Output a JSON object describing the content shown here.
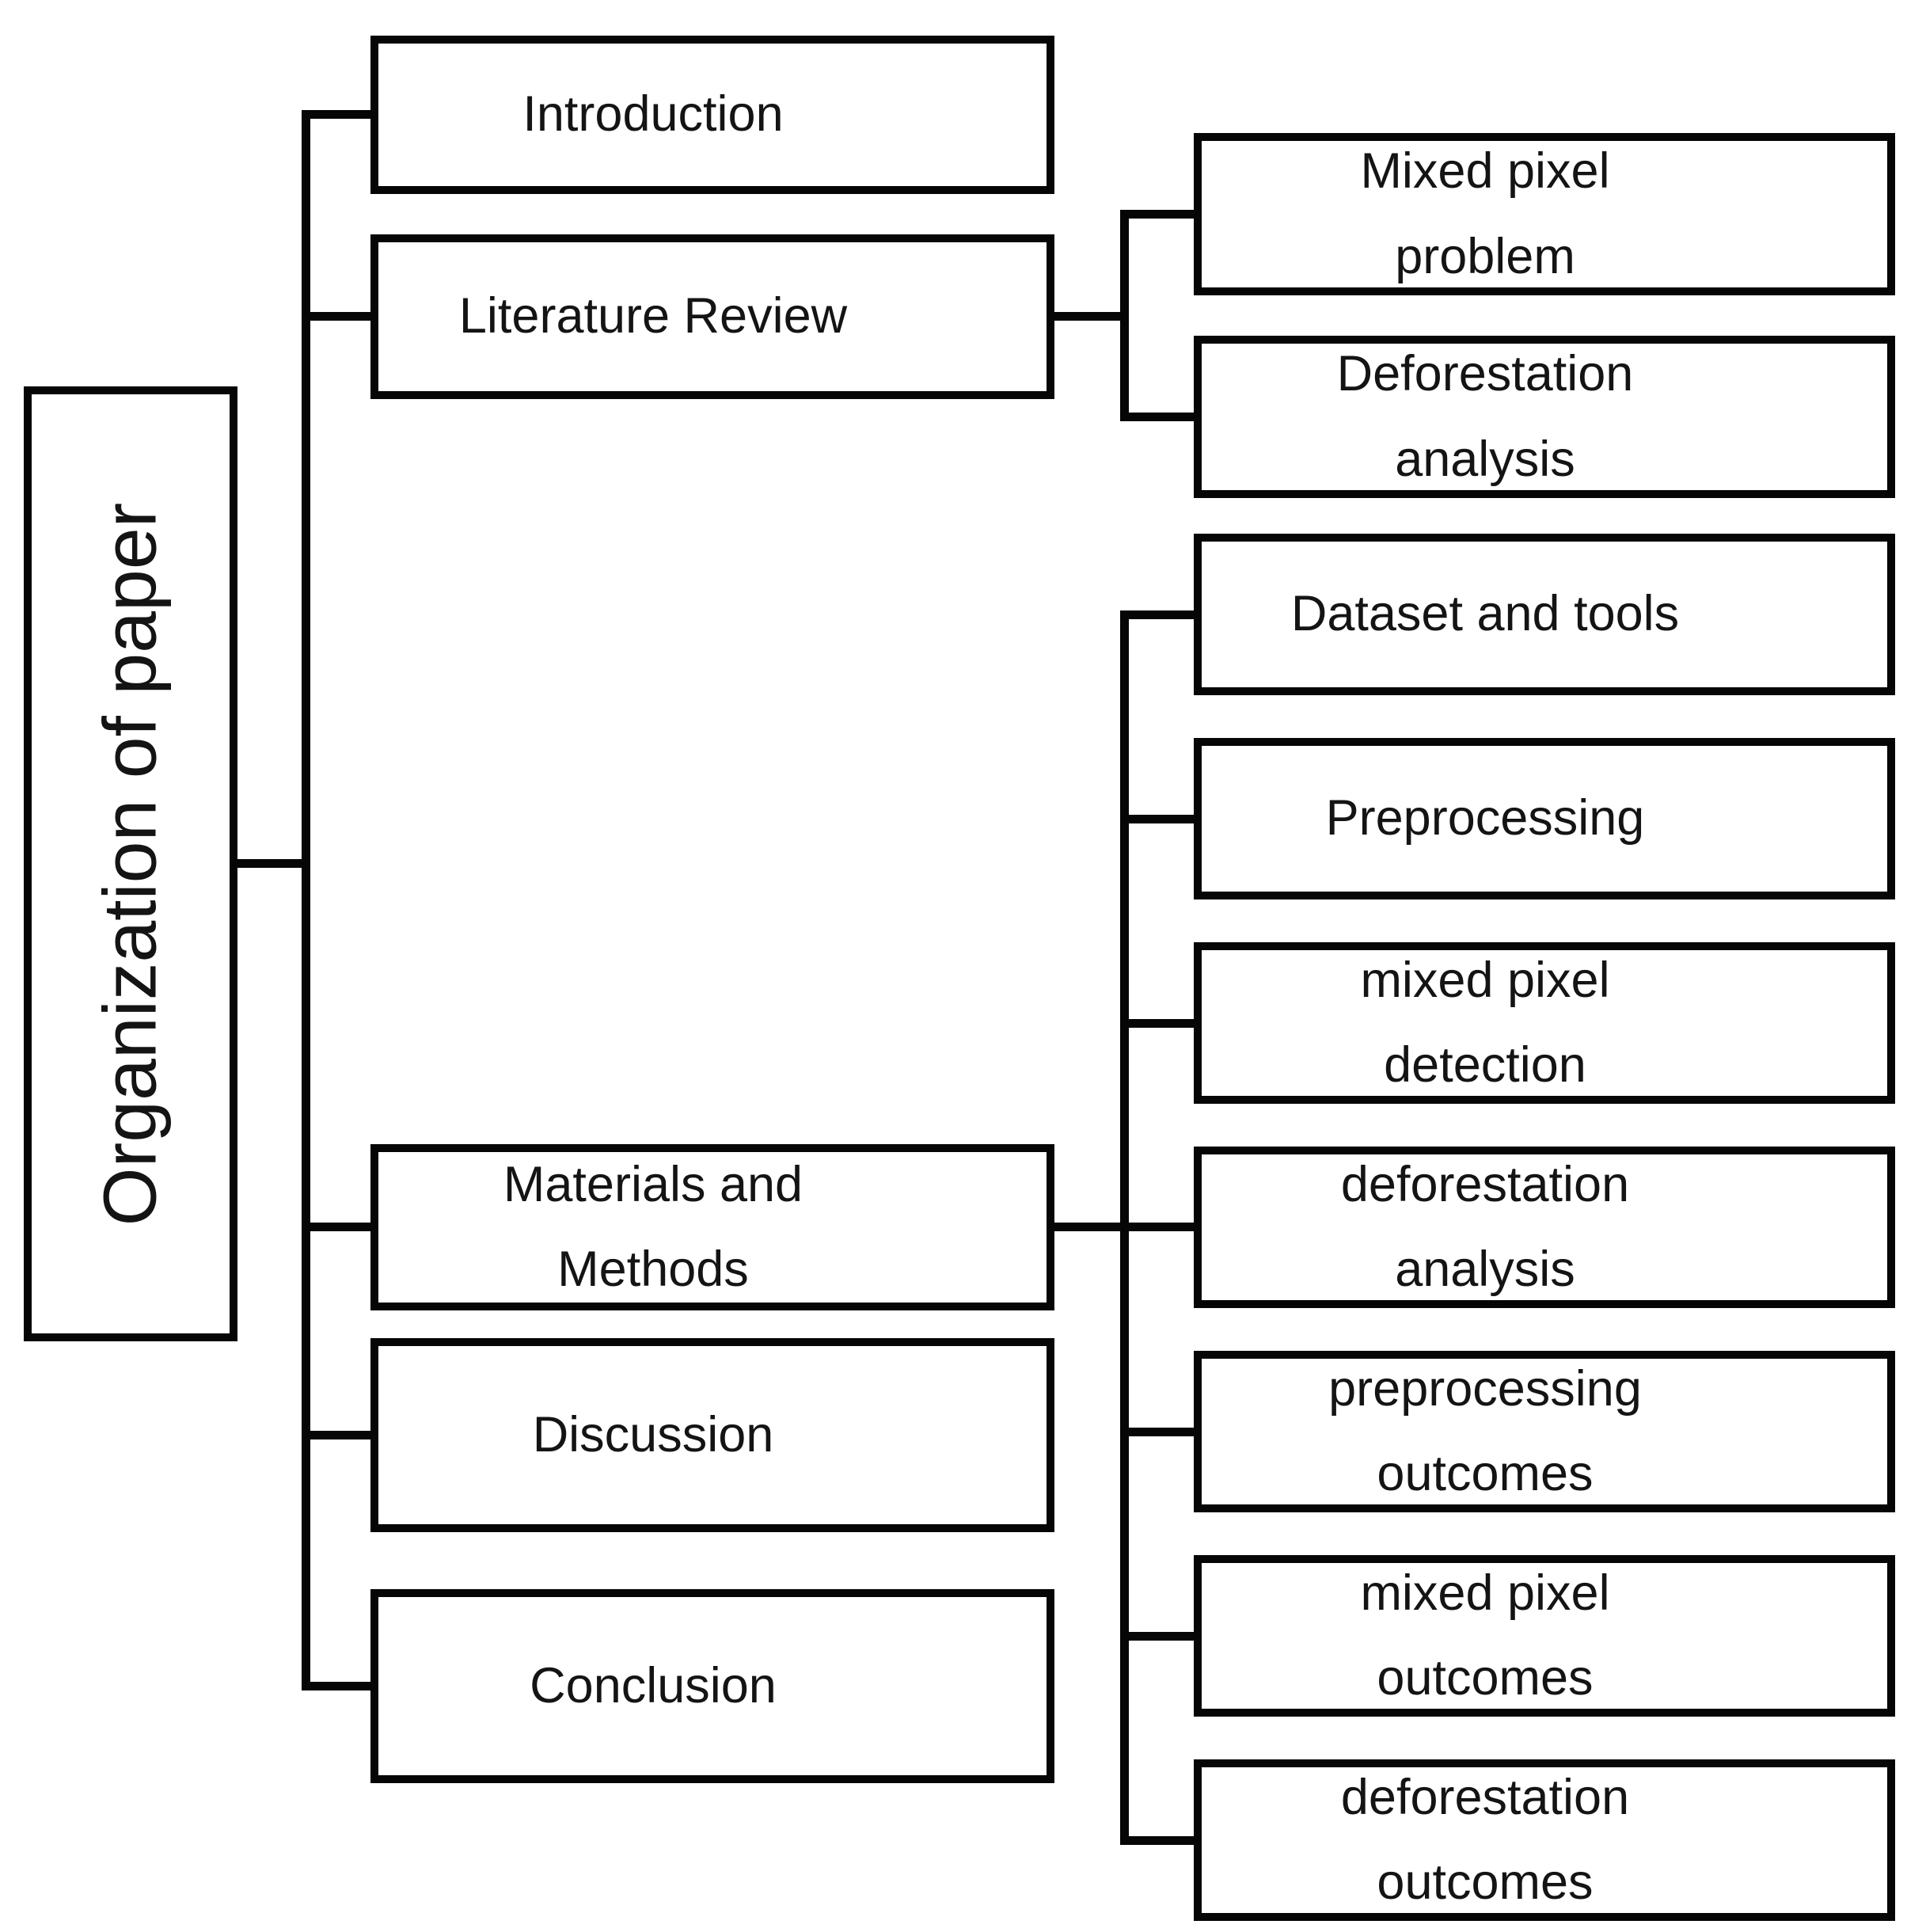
{
  "diagram": {
    "title_node": {
      "label": "Organization of paper"
    },
    "level2": [
      {
        "id": "introduction",
        "label": "Introduction"
      },
      {
        "id": "literature-review",
        "label": "Literature Review"
      },
      {
        "id": "materials-methods",
        "label": "Materials and\nMethods"
      },
      {
        "id": "discussion",
        "label": "Discussion"
      },
      {
        "id": "conclusion",
        "label": "Conclusion"
      }
    ],
    "literature_children": [
      {
        "id": "mixed-pixel-problem",
        "label": "Mixed pixel\nproblem"
      },
      {
        "id": "deforestation-analysis",
        "label": "Deforestation\nanalysis"
      }
    ],
    "methods_children": [
      {
        "id": "dataset-and-tools",
        "label": "Dataset and tools"
      },
      {
        "id": "preprocessing",
        "label": "Preprocessing"
      },
      {
        "id": "mixed-pixel-detection",
        "label": "mixed pixel\ndetection"
      },
      {
        "id": "deforestation-analysis-2",
        "label": "deforestation\nanalysis"
      },
      {
        "id": "preprocessing-outcomes",
        "label": "preprocessing\noutcomes"
      },
      {
        "id": "mixed-pixel-outcomes",
        "label": "mixed pixel\noutcomes"
      },
      {
        "id": "deforestation-outcomes",
        "label": "deforestation\noutcomes"
      }
    ],
    "colors": {
      "border": "#060606",
      "background": "#ffffff",
      "text": "#141414",
      "connector": "#060606"
    }
  }
}
